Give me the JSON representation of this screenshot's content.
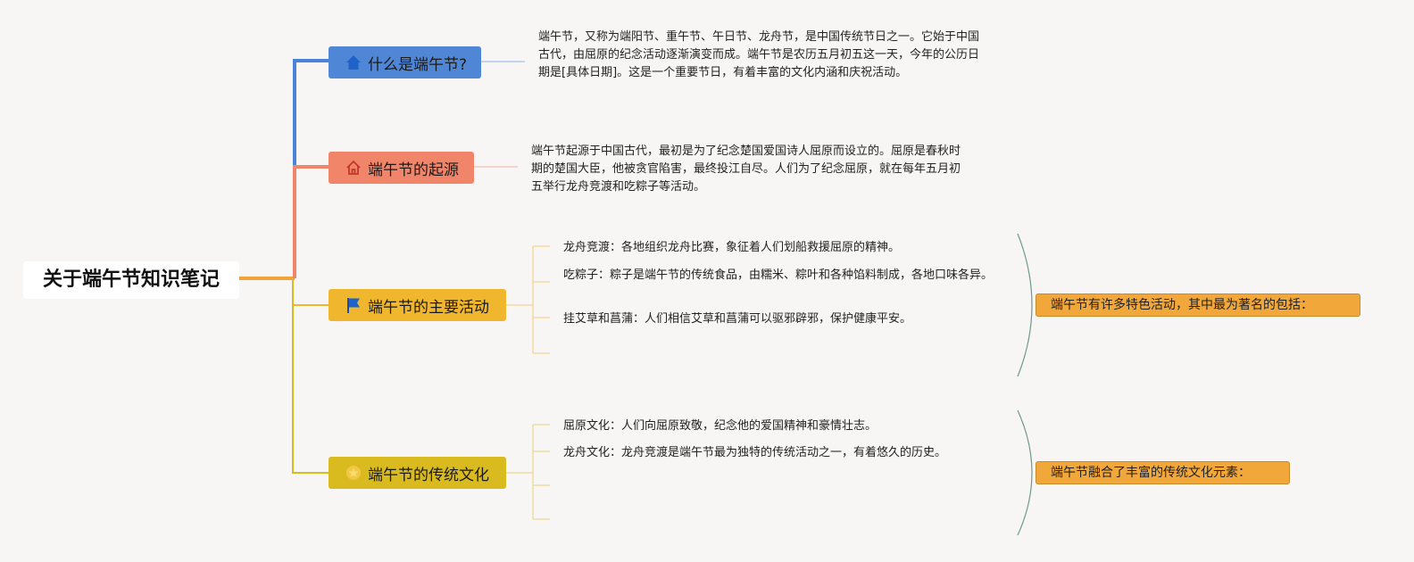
{
  "root": {
    "label": "关于端午节知识笔记"
  },
  "branches": [
    {
      "label": "什么是端午节?",
      "icon": "house-icon",
      "color": "#4f86d6"
    },
    {
      "label": "端午节的起源",
      "icon": "home-outline-icon",
      "color": "#f1856a"
    },
    {
      "label": "端午节的主要活动",
      "icon": "flag-icon",
      "color": "#f0b72e"
    },
    {
      "label": "端午节的传统文化",
      "icon": "star-icon",
      "color": "#d9bb1f"
    }
  ],
  "what": {
    "text": "端午节，又称为端阳节、重午节、午日节、龙舟节，是中国传统节日之一。它始于中国古代，由屈原的纪念活动逐渐演变而成。端午节是农历五月初五这一天，今年的公历日期是[具体日期]。这是一个重要节日，有着丰富的文化内涵和庆祝活动。"
  },
  "origin": {
    "text": "端午节起源于中国古代，最初是为了纪念楚国爱国诗人屈原而设立的。屈原是春秋时期的楚国大臣，他被贪官陷害，最终投江自尽。人们为了纪念屈原，就在每年五月初五举行龙舟竞渡和吃粽子等活动。"
  },
  "activities": {
    "items": [
      "龙舟竞渡：各地组织龙舟比赛，象征着人们划船救援屈原的精神。",
      "吃粽子：粽子是端午节的传统食品，由糯米、粽叶和各种馅料制成，各地口味各异。",
      "挂艾草和菖蒲：人们相信艾草和菖蒲可以驱邪辟邪，保护健康平安。"
    ],
    "summary": "端午节有许多特色活动，其中最为著名的包括："
  },
  "culture": {
    "items": [
      "屈原文化：人们向屈原致敬，纪念他的爱国精神和豪情壮志。",
      "龙舟文化：龙舟竞渡是端午节最为独特的传统活动之一，有着悠久的历史。"
    ],
    "summary": "端午节融合了丰富的传统文化元素："
  },
  "colors": {
    "background": "#f7f6f4",
    "root_trunk": "#f0a43a",
    "summary_fill": "#f2a73a",
    "brace": "#6f9a84"
  }
}
